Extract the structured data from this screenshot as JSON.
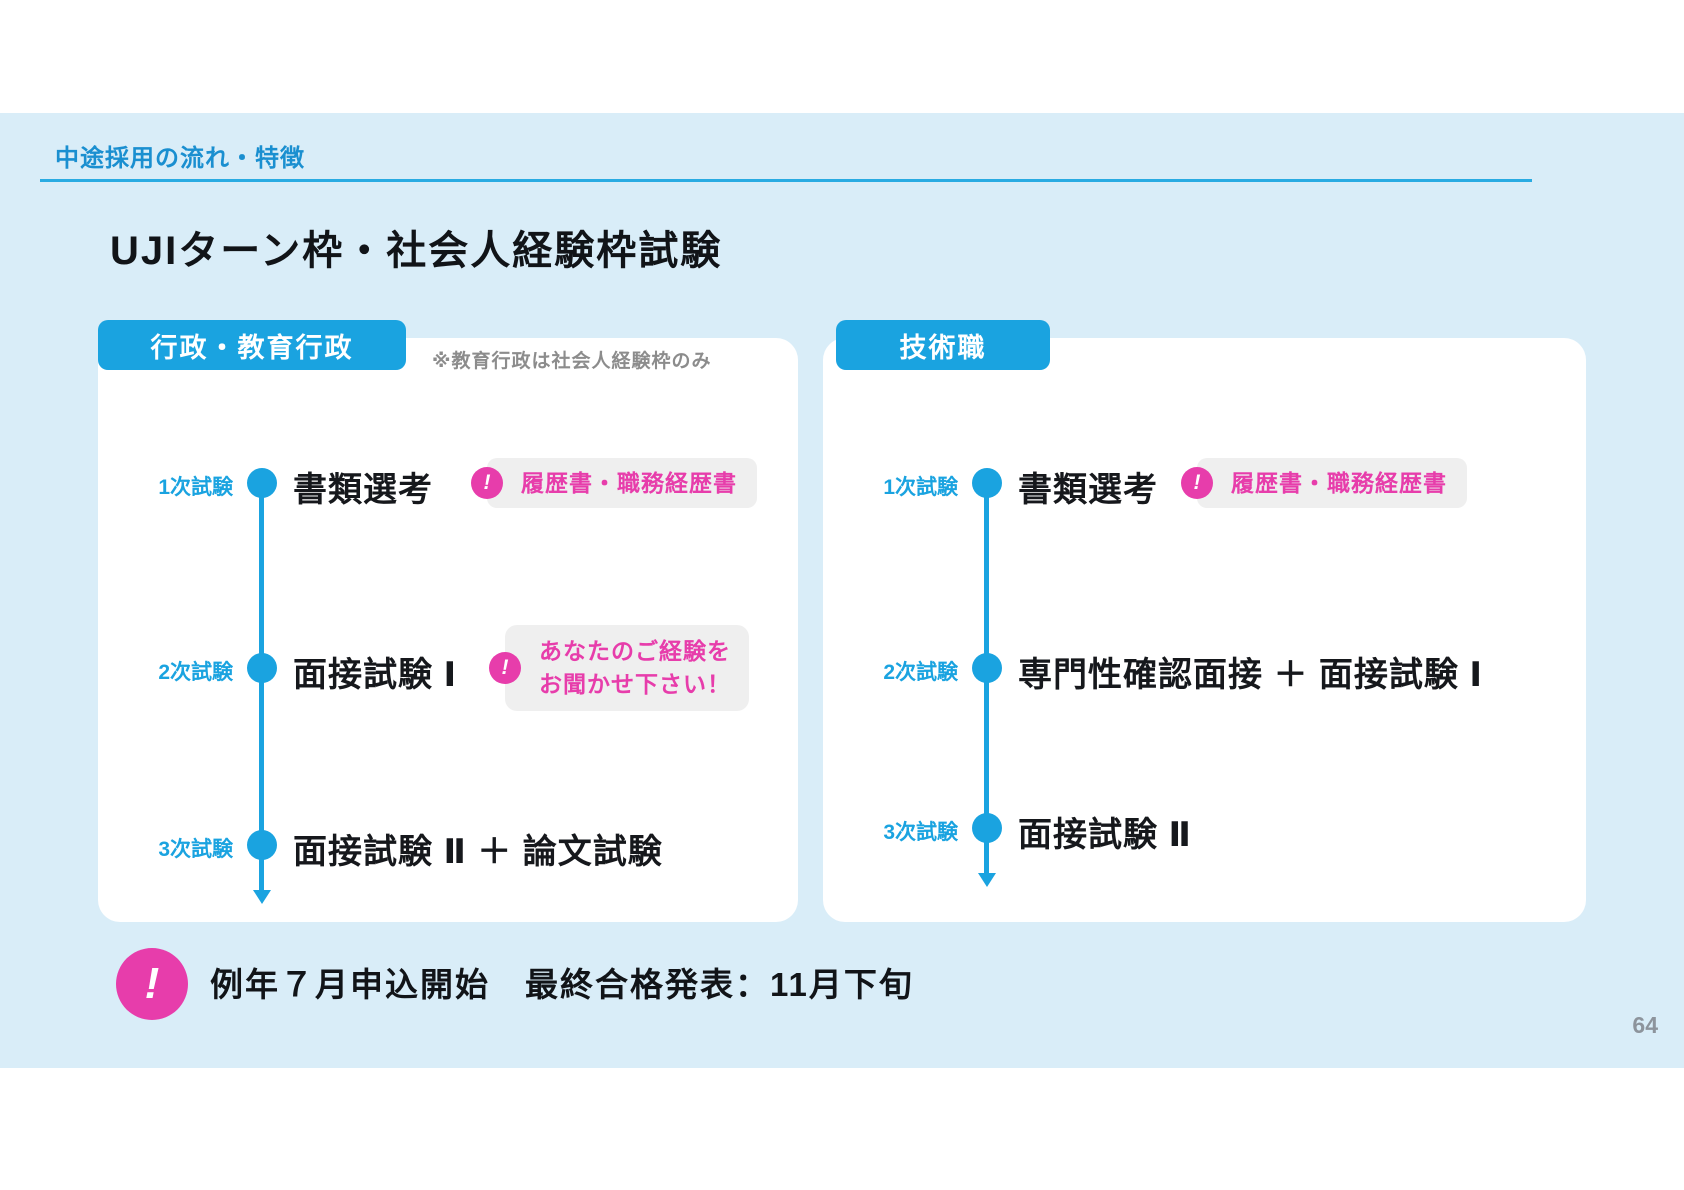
{
  "page": {
    "eyebrow": "中途採用の流れ・特徴",
    "title": "UJIターン枠・社会人経験枠試験",
    "page_number": "64",
    "footnote": {
      "icon": "!",
      "text": "例年７月申込開始　最終合格発表：11月下旬"
    }
  },
  "colors": {
    "accent_blue": "#1aa3e0",
    "underline_blue": "#29abe2",
    "panel_blue": "#d9edf8",
    "pink": "#e73dab",
    "callout_gray": "#efefef"
  },
  "cards": [
    {
      "badge": "行政・教育行政",
      "note": "※教育行政は社会人経験枠のみ",
      "steps": [
        {
          "label": "1次試験",
          "title": "書類選考",
          "callout": {
            "icon": "!",
            "lines": [
              "履歴書・職務経歴書"
            ]
          }
        },
        {
          "label": "2次試験",
          "title": "面接試験 Ⅰ",
          "callout": {
            "icon": "!",
            "lines": [
              "あなたのご経験を",
              "お聞かせ下さい！"
            ]
          }
        },
        {
          "label": "3次試験",
          "title": "面接試験 Ⅱ ＋ 論文試験"
        }
      ]
    },
    {
      "badge": "技術職",
      "steps": [
        {
          "label": "1次試験",
          "title": "書類選考",
          "callout": {
            "icon": "!",
            "lines": [
              "履歴書・職務経歴書"
            ]
          }
        },
        {
          "label": "2次試験",
          "title": "専門性確認面接 ＋ 面接試験 Ⅰ"
        },
        {
          "label": "3次試験",
          "title": "面接試験 Ⅱ"
        }
      ]
    }
  ]
}
